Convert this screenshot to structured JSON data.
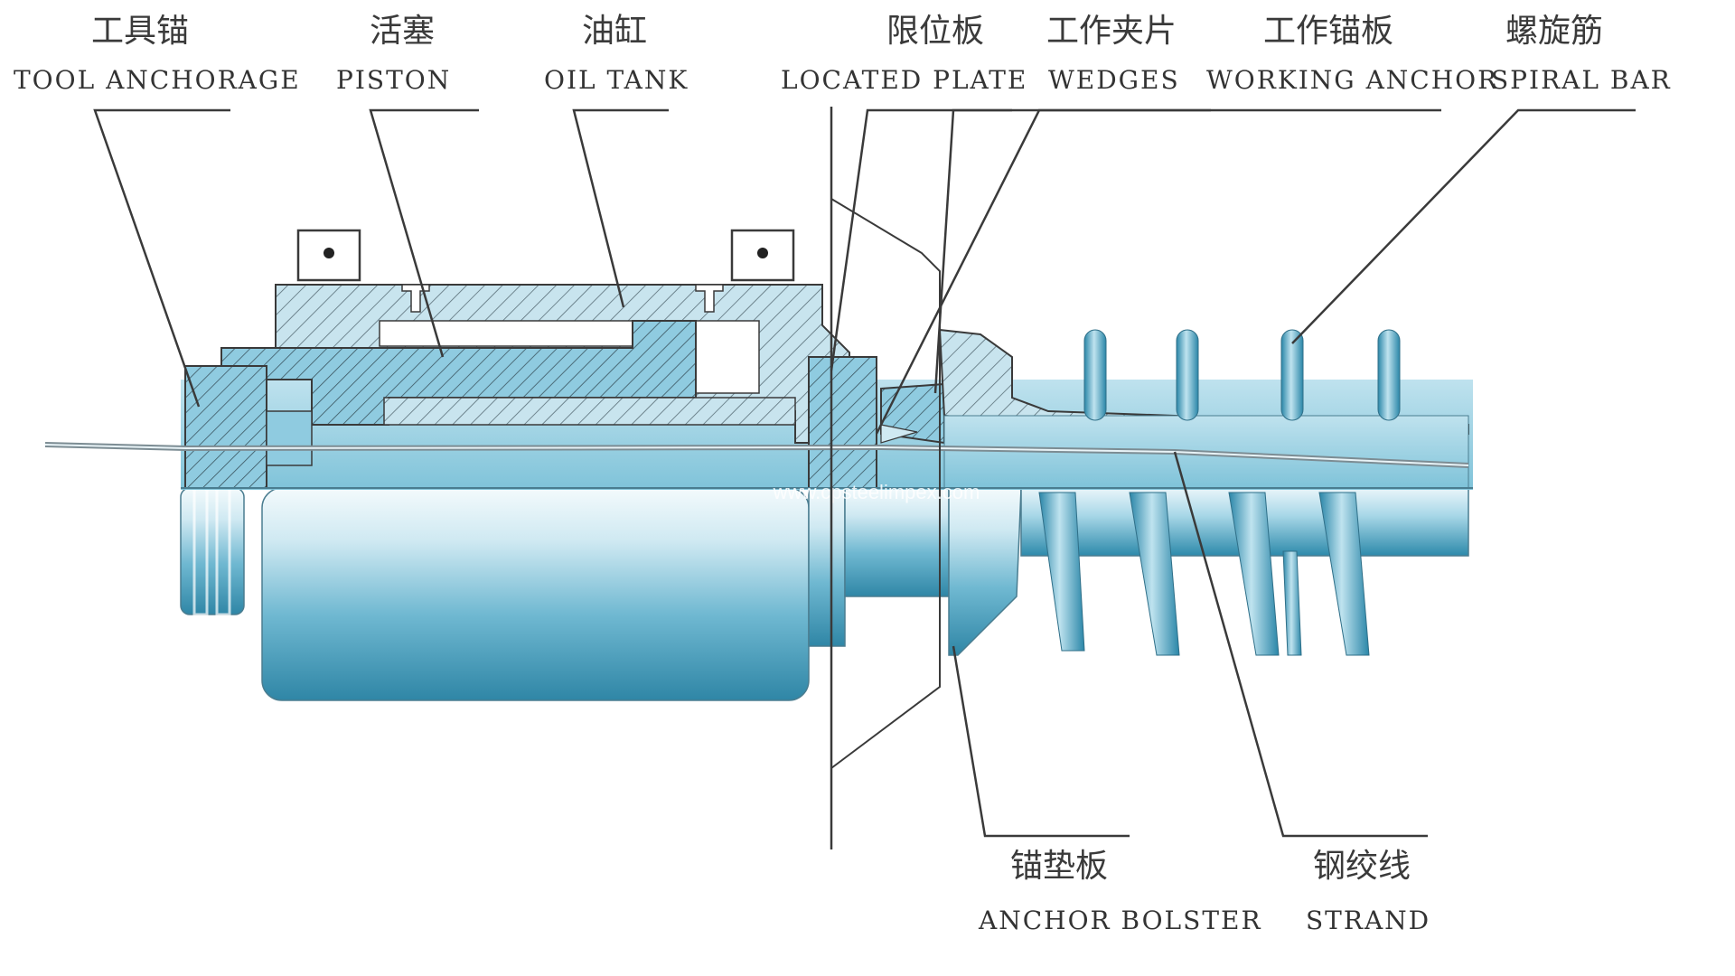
{
  "labels": {
    "tool_anchorage": {
      "zh": "工具锚",
      "en": "TOOL  ANCHORAGE"
    },
    "piston": {
      "zh": "活塞",
      "en": "PISTON"
    },
    "oil_tank": {
      "zh": "油缸",
      "en": "OIL  TANK"
    },
    "located_plate": {
      "zh": "限位板",
      "en": "LOCATED  PLATE"
    },
    "wedges": {
      "zh": "工作夹片",
      "en": "WEDGES"
    },
    "working_anchor": {
      "zh": "工作锚板",
      "en": "WORKING  ANCHOR"
    },
    "spiral_bar": {
      "zh": "螺旋筋",
      "en": "SPIRAL  BAR"
    },
    "anchor_bolster": {
      "zh": "锚垫板",
      "en": "ANCHOR BOLSTER"
    },
    "strand": {
      "zh": "钢绞线",
      "en": "STRAND"
    }
  },
  "watermark": "www.cpsteelimpex.com",
  "colors": {
    "body_light": "#d9eef5",
    "body_mid": "#7fc3d9",
    "body_dark": "#3d98b8",
    "hatch": "#5a6f78",
    "line": "#3a3a3a"
  }
}
